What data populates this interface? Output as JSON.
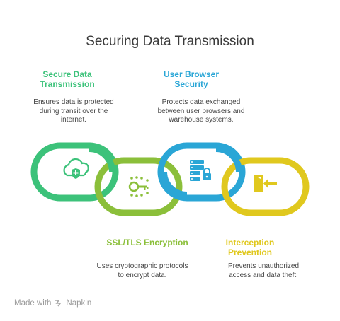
{
  "title": "Securing Data Transmission",
  "steps": [
    {
      "heading": "Secure Data Transmission",
      "description": "Ensures data is protected during transit over the internet.",
      "color": "#3cc27a",
      "icon": "cloud-shield-icon"
    },
    {
      "heading": "SSL/TLS Encryption",
      "description": "Uses cryptographic protocols to encrypt data.",
      "color": "#8bbf3a",
      "icon": "key-icon"
    },
    {
      "heading": "User Browser Security",
      "description": "Protects data exchanged between user browsers and warehouse systems.",
      "color": "#2aa6d6",
      "icon": "server-lock-icon"
    },
    {
      "heading": "Interception Prevention",
      "description": "Prevents unauthorized access and data theft.",
      "color": "#e0c81e",
      "icon": "exit-door-icon"
    }
  ],
  "footer": {
    "made_with": "Made with",
    "brand": "Napkin"
  }
}
